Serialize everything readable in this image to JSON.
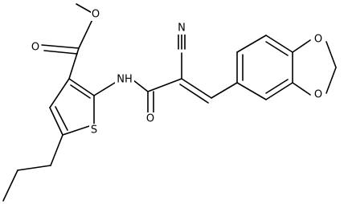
{
  "atoms": {
    "ester_methyl_O": "O",
    "ester_carbonyl_O": "O",
    "nitrile_N": "N",
    "amide_NH": "NH",
    "amide_O": "O",
    "thiophene_S": "S",
    "dioxole_O_top": "O",
    "dioxole_O_bottom": "O"
  },
  "colors": {
    "bond": "#000000",
    "label": "#000000",
    "background": "#ffffff"
  }
}
